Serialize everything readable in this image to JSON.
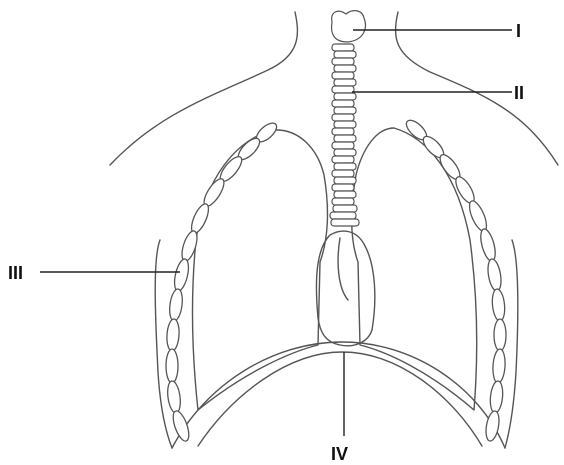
{
  "labels": {
    "l1": "I",
    "l2": "II",
    "l3": "III",
    "l4": "IV"
  },
  "colors": {
    "line": "#555555",
    "label": "#111111",
    "background": "#ffffff"
  }
}
